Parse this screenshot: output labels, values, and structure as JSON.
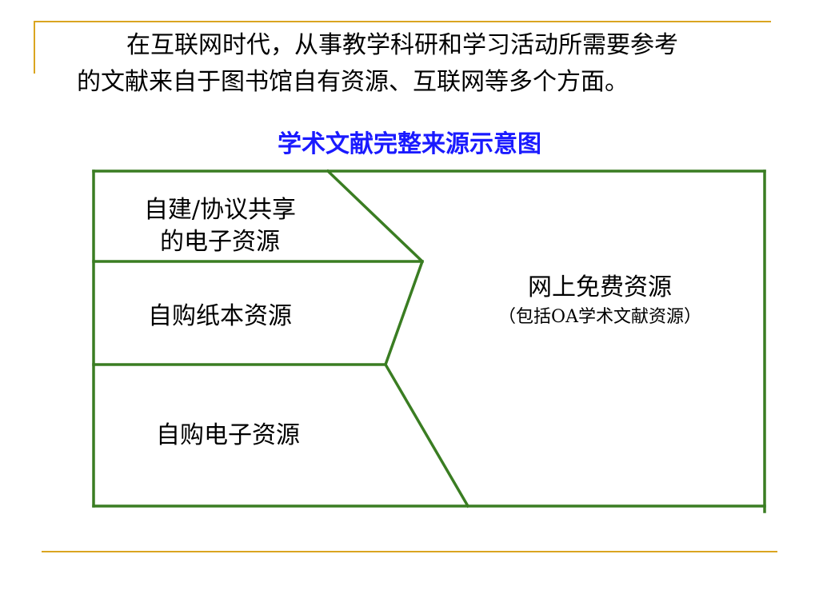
{
  "intro": {
    "line1": "在互联网时代，从事教学科研和学习活动所需要参考",
    "line2": "的文献来自于图书馆自有资源、互联网等多个方面。"
  },
  "diagram": {
    "title": "学术文献完整来源示意图",
    "regions": {
      "self_built": {
        "line1": "自建/协议共享",
        "line2": "的电子资源"
      },
      "print": {
        "label": "自购纸本资源"
      },
      "purchased_electronic": {
        "label": "自购电子资源"
      },
      "free_online": {
        "label": "网上免费资源",
        "sublabel": "（包括OA学术文献资源）"
      }
    }
  },
  "colors": {
    "accent_rule": "#DAA520",
    "diagram_line": "#3A7D22",
    "title_text": "#1A1AFF",
    "body_text": "#000000"
  }
}
